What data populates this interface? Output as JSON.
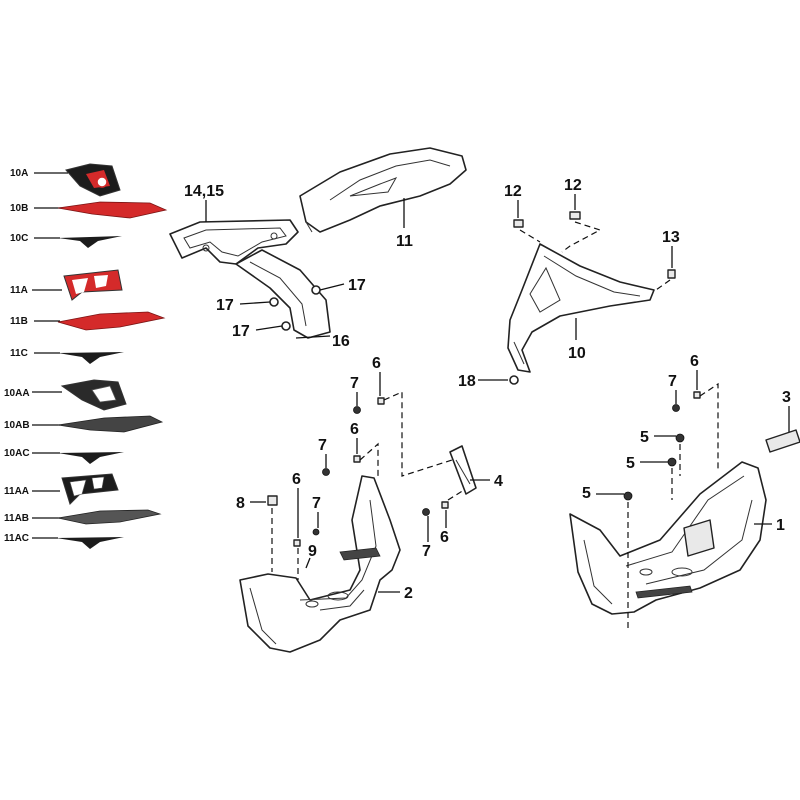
{
  "decal_labels": [
    "10A",
    "10B",
    "10C",
    "11A",
    "11B",
    "11C",
    "10AA",
    "10AB",
    "10AC",
    "11AA",
    "11AB",
    "11AC"
  ],
  "callouts": {
    "c_14_15": "14,15",
    "c_11": "11",
    "c_17a": "17",
    "c_17b": "17",
    "c_17c": "17",
    "c_16": "16",
    "c_12a": "12",
    "c_12b": "12",
    "c_13": "13",
    "c_10": "10",
    "c_18": "18",
    "c_7a": "7",
    "c_6a": "6",
    "c_7b": "7",
    "c_6b": "6",
    "c_4": "4",
    "c_8": "8",
    "c_6c": "6",
    "c_7c": "7",
    "c_9": "9",
    "c_7d": "7",
    "c_6d": "6",
    "c_2": "2",
    "c_7e": "7",
    "c_6e": "6",
    "c_3": "3",
    "c_5a": "5",
    "c_5b": "5",
    "c_5c": "5",
    "c_1": "1"
  },
  "colors": {
    "decal_red": "#d42a2a",
    "decal_dark": "#1c1c1c",
    "decal_grey": "#555555",
    "line": "#111111"
  }
}
